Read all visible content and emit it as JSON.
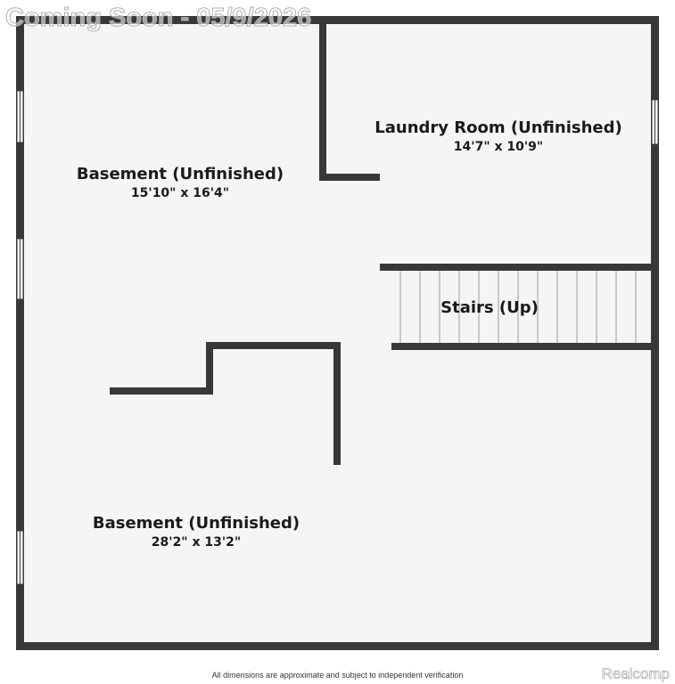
{
  "watermark": {
    "text": "Coming Soon - 05/9/2026"
  },
  "rooms": [
    {
      "name": "Basement (Unfinished)",
      "dimensions": "15'10\" x 16'4\""
    },
    {
      "name": "Laundry Room (Unfinished)",
      "dimensions": "14'7\" x 10'9\""
    },
    {
      "name": "Stairs (Up)",
      "dimensions": ""
    },
    {
      "name": "Basement (Unfinished)",
      "dimensions": "28'2\" x 13'2\""
    }
  ],
  "footer": {
    "disclaimer": "All dimensions are approximate and subject to independent verification",
    "brand": "Realcomp"
  },
  "colors": {
    "wall": "#383838",
    "floor": "#f5f5f5",
    "window": "#ffffff",
    "stair_line": "#9a9a9a",
    "label": "#1a1a1a"
  }
}
